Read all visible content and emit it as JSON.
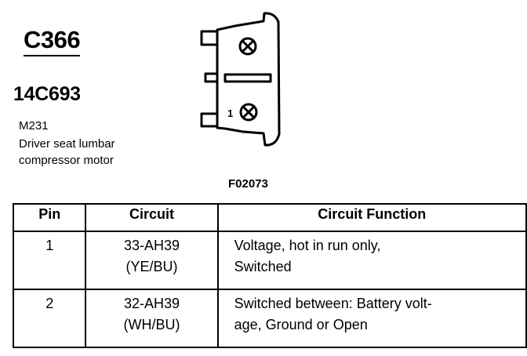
{
  "connector": {
    "id": "C366",
    "part_number": "14C693",
    "component_code": "M231",
    "component_description": [
      "Driver seat lumbar",
      "compressor motor"
    ],
    "figure_id": "F02073",
    "pin_label": "1",
    "pin_icons": [
      "terminal-x-icon",
      "terminal-x-icon"
    ]
  },
  "table": {
    "headers": [
      "Pin",
      "Circuit",
      "Circuit Function"
    ],
    "rows": [
      {
        "pin": "1",
        "circuit": "33-AH39",
        "color": "(YE/BU)",
        "function": [
          "Voltage, hot in run only,",
          "Switched"
        ]
      },
      {
        "pin": "2",
        "circuit": "32-AH39",
        "color": "(WH/BU)",
        "function": [
          "Switched between: Battery volt-",
          "age, Ground or Open"
        ]
      }
    ]
  }
}
